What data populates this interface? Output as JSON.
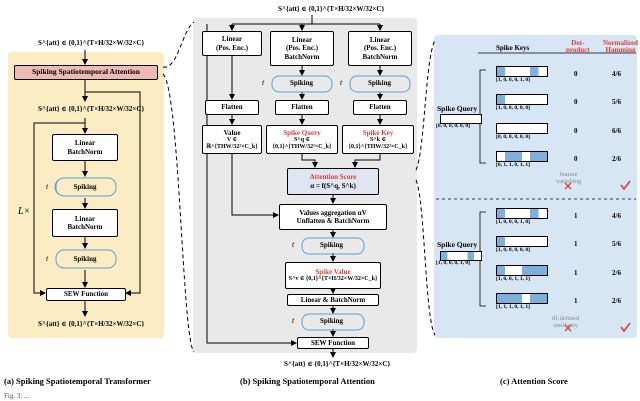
{
  "panel_a": {
    "input_label": "S^{att} ∈ {0,1}^{T×H/32×W/32×C}",
    "attention_block": "Spiking Spatiotemporal Attention",
    "mid_label": "S^{att} ∈ {0,1}^{T×H/32×W/32×C}",
    "linear1": [
      "Linear",
      "BatchNorm"
    ],
    "spiking1": "Spiking",
    "linear2": [
      "Linear",
      "BatchNorm"
    ],
    "spiking2": "Spiking",
    "sew": "SEW Function",
    "output_label": "S^{att} ∈ {0,1}^{T×H/32×W/32×C}",
    "repeat": "L×",
    "t_symbol": "t",
    "caption": "(a) Spiking Spatiotemporal Transformer"
  },
  "panel_b": {
    "input_label": "S^{att} ∈ {0,1}^{T×H/32×W/32×C}",
    "lin_left": [
      "Linear",
      "(Pos. Enc.)"
    ],
    "lin_mid": [
      "Linear",
      "(Pos. Enc.)",
      "BatchNorm"
    ],
    "lin_right": [
      "Linear",
      "(Pos. Enc.)",
      "BatchNorm"
    ],
    "spiking_mid": "Spiking",
    "spiking_right": "Spiking",
    "flatten": "Flatten",
    "value": [
      "Value",
      "V ∈ ℝ^{THW/32²×C_k}"
    ],
    "spike_query": [
      "Spike Query",
      "S^q ∈ {0,1}^{THW/32²×C_k}"
    ],
    "spike_key": [
      "Spike Key",
      "S^k ∈ {0,1}^{THW/32²×C_k}"
    ],
    "attn_score": [
      "Attention Score",
      "α = f(S^q, S^k)"
    ],
    "values_agg": [
      "Values aggregation αV",
      "Unflatten & BatchNorm"
    ],
    "spiking_v": "Spiking",
    "spike_value": [
      "Spike Value",
      "S^v ∈ {0,1}^{T×H/32×W/32×C_k}"
    ],
    "linear_bn": "Linear & BatchNorm",
    "spiking_out": "Spiking",
    "sew": "SEW Function",
    "output_label": "S^{att} ∈ {0,1}^{T×H/32×W/32×C}",
    "t_symbol": "t",
    "caption": "(b) Spiking Spatiotemporal Attention"
  },
  "panel_c": {
    "col_keys": "Spike Keys",
    "col_dot": [
      "Dot-",
      "product"
    ],
    "col_ham": [
      "Normalized",
      "Hamming"
    ],
    "query1": {
      "label": "Spike Query",
      "vec": "[0, 0, 0, 0, 0, 0]"
    },
    "query2": {
      "label": "Spike Query",
      "vec": "[1, 0, 0, 0, 1, 0]"
    },
    "rows1": [
      {
        "vec": "[1, 0, 0, 0, 1, 0]",
        "dot": "0",
        "ham": "4/6"
      },
      {
        "vec": "[1, 0, 0, 0, 0, 0]",
        "dot": "0",
        "ham": "5/6"
      },
      {
        "vec": "[0, 0, 0, 0, 0, 0]",
        "dot": "0",
        "ham": "6/6"
      },
      {
        "vec": "[0, 1, 1, 0, 1, 1]",
        "dot": "0",
        "ham": "2/6"
      }
    ],
    "rows2": [
      {
        "vec": "[1, 0, 0, 0, 1, 0]",
        "dot": "1",
        "ham": "4/6"
      },
      {
        "vec": "[1, 0, 0, 0, 0, 0]",
        "dot": "1",
        "ham": "5/6"
      },
      {
        "vec": "[1, 0, 0, 1, 1, 1]",
        "dot": "1",
        "ham": "2/6"
      },
      {
        "vec": "[1, 1, 1, 0, 1, 1]",
        "dot": "1",
        "ham": "2/6"
      }
    ],
    "note1": [
      "feature",
      "vanishing"
    ],
    "note2": [
      "ill-defined",
      "similarity"
    ],
    "caption": "(c) Attention Score"
  },
  "colors": {
    "panel_a_bg": "#fcecc4",
    "panel_b_bg": "#e9e9e9",
    "panel_c_bg": "#d6e6f5",
    "accent_red": "#d9413a",
    "spiking_stroke": "#5a9fd4",
    "cube_blue": "#7fb0dc"
  },
  "footer": "Fig. 3: ..."
}
